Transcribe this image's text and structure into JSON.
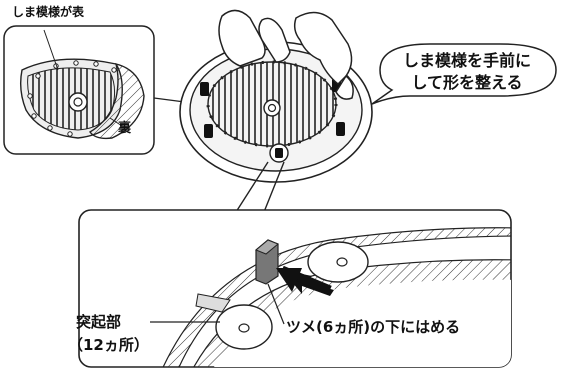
{
  "inset": {
    "label_front": "しま模様が表",
    "label_back": "裏"
  },
  "instruction": {
    "line1": "しま模様を手前に",
    "line2": "して形を整える"
  },
  "detail": {
    "tab_label": "ツメ(6ヵ所)の下にはめる",
    "protrusion_line1": "突起部",
    "protrusion_line2": "（12ヵ所）"
  }
}
